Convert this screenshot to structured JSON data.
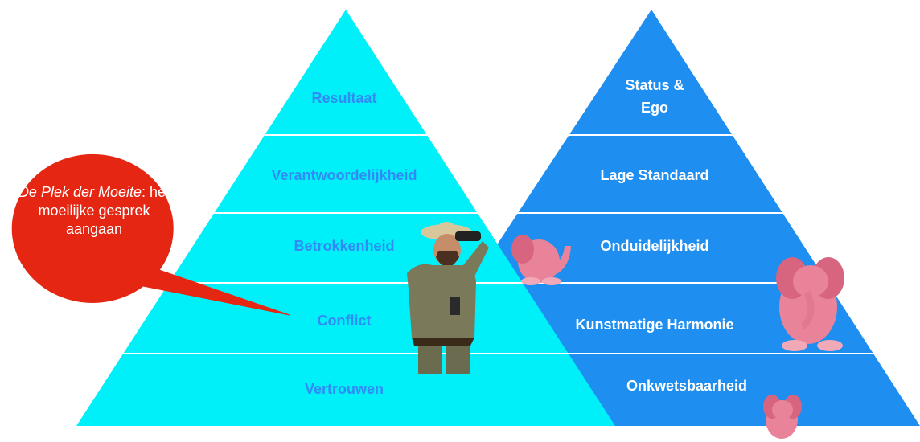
{
  "left_pyramid": {
    "levels": [
      "Resultaat",
      "Verantwoordelijkheid",
      "Betrokkenheid",
      "Conflict",
      "Vertrouwen"
    ],
    "color": "#00f0fa",
    "text_color": "#2f8cf4"
  },
  "right_pyramid": {
    "levels": [
      "Status &",
      "Ego",
      "Lage Standaard",
      "Onduidelijkheid",
      "Kunstmatige Harmonie",
      "Onkwetsbaarheid"
    ],
    "color": "#1e8ef0",
    "text_color": "#ffffff"
  },
  "callout": {
    "italic": "De Plek der Moeite",
    "rest": ": het moeilijke gesprek aangaan",
    "color": "#e42613"
  },
  "icons": [
    "explorer-with-binoculars",
    "pink-elephant"
  ]
}
